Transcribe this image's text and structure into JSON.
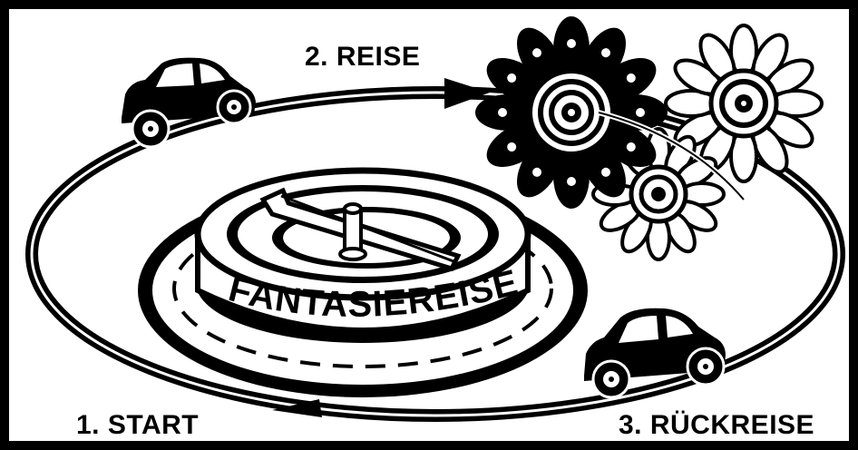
{
  "labels": {
    "step_2": "2. REISE",
    "step_1": "1. START",
    "step_3": "3. RÜCKREISE",
    "center_title": "FANTASIEREISE"
  },
  "colors": {
    "ink": "#000000",
    "paper": "#ffffff"
  },
  "icons": [
    "car-icon",
    "car-icon",
    "flower-icon",
    "flower-icon",
    "flower-icon",
    "arrow-icon"
  ]
}
